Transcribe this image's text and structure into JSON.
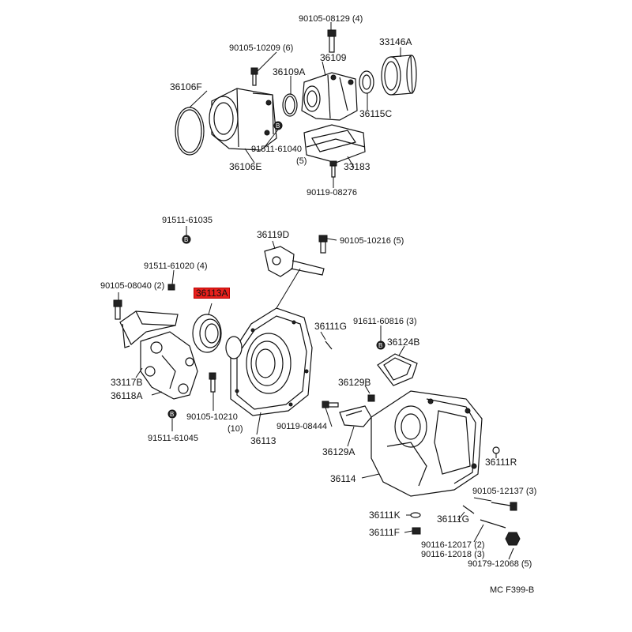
{
  "labels": {
    "p90105_08129": "90105-08129 (4)",
    "p33146A": "33146A",
    "p90105_10209": "90105-10209 (6)",
    "p36109": "36109",
    "p36109A": "36109A",
    "p36106F": "36106F",
    "p36115C": "36115C",
    "p91511_61040": "91511-61040",
    "p91511_61040_qty": "(5)",
    "p36106E": "36106E",
    "p33183": "33183",
    "p90119_08276": "90119-08276",
    "p91511_61035": "91511-61035",
    "p36119D": "36119D",
    "p90105_10216": "90105-10216 (5)",
    "p91511_61020": "91511-61020 (4)",
    "p90105_08040": "90105-08040 (2)",
    "p36113A": "36113A",
    "p36111G_top": "36111G",
    "p91611_60816": "91611-60816 (3)",
    "p36124B": "36124B",
    "p33117B": "33117B",
    "p36118A": "36118A",
    "p36129B": "36129B",
    "p90105_10210": "90105-10210",
    "p90105_10210_qty": "(10)",
    "p90119_08444": "90119-08444",
    "p36113": "36113",
    "p36129A": "36129A",
    "p91511_61045": "91511-61045",
    "p36111R": "36111R",
    "p36114": "36114",
    "p90105_12137": "90105-12137 (3)",
    "p36111K": "36111K",
    "p36111G_bottom": "36111G",
    "p36111F": "36111F",
    "p90116_12017": "90116-12017 (2)",
    "p90116_12018": "90116-12018 (3)",
    "p90179_12068": "90179-12068 (5)",
    "diagram_code": "MC F399-B"
  },
  "colors": {
    "highlight": "#e8201c",
    "ink": "#111111"
  },
  "bolt_marker": "B"
}
